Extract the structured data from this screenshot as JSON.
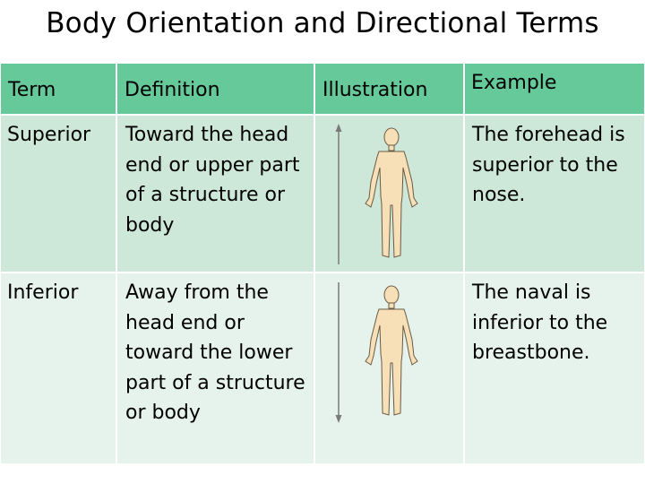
{
  "title": "Body Orientation and Directional Terms",
  "headers": {
    "term": "Term",
    "definition": "Definition",
    "illustration": "Illustration",
    "example": "Example"
  },
  "rows": [
    {
      "term": "Superior",
      "definition": "Toward the head end or upper part of a structure or body",
      "illustration": "upward-arrow-body-figure",
      "example": "The forehead is superior to the nose."
    },
    {
      "term": "Inferior",
      "definition": "Away from the head end or toward the lower part of a structure or body",
      "illustration": "downward-arrow-body-figure",
      "example": "The naval is inferior to the breastbone."
    }
  ],
  "colors": {
    "header": "#66c999",
    "row_dark": "#cde8d8",
    "row_light": "#e6f3ec",
    "figure_skin": "#f7dfb8",
    "arrow": "#7a7a7a"
  }
}
